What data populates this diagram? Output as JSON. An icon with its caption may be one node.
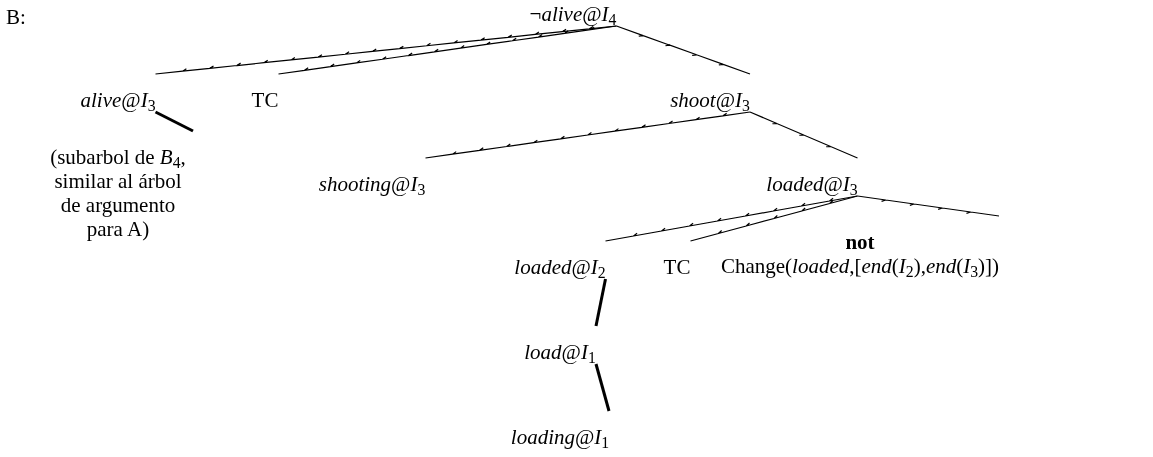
{
  "diagram": {
    "nodes": [
      {
        "text": [
          "¬*alive*@*I*$_{4}$"
        ]
      },
      {
        "text": [
          "*alive*@*I*$_{3}$"
        ]
      },
      {
        "text": [
          "TC"
        ]
      },
      {
        "text": [
          "*shoot*@*I*$_{3}$"
        ]
      },
      {
        "text": [
          "(subarbol de *B*$_{4}$, similar al árbol de argumento para A)"
        ]
      },
      {
        "text": [
          "*shooting*@*I*$_{3}$"
        ]
      },
      {
        "text": [
          "*loaded*@*I*$_{3}$"
        ]
      },
      {
        "text": [
          "*loaded*@*I*$_{2}$"
        ]
      },
      {
        "text": [
          "TC"
        ]
      },
      {
        "text": [
          "not",
          "Change(*loaded*,[*end*(*I*$_{2}$),*end*(*I*$_{3}$)])"
        ]
      },
      {
        "text": [
          "*load*@*I*$_{1}$"
        ]
      },
      {
        "text": [
          "*loading*@*I*$_{1}$"
        ]
      }
    ],
    "edges": [
      {
        "from": 0,
        "to": 1,
        "arrow": "none"
      },
      {
        "from": 0,
        "to": 2,
        "arrow": "none"
      },
      {
        "from": 0,
        "to": 3,
        "arrow": "none"
      },
      {
        "from": 1,
        "to": 4,
        "arrow": "none",
        "style": "thick"
      },
      {
        "from": 3,
        "to": 5,
        "arrow": "none"
      },
      {
        "from": 3,
        "to": 6,
        "arrow": "none"
      },
      {
        "from": 6,
        "to": 7,
        "arrow": "none"
      },
      {
        "from": 6,
        "to": 8,
        "arrow": "none"
      },
      {
        "from": 6,
        "to": 9,
        "arrow": "none"
      },
      {
        "from": 7,
        "to": 10,
        "arrow": "none",
        "style": "thick"
      },
      {
        "from": 10,
        "to": 11,
        "arrow": "none",
        "style": "thick"
      }
    ],
    "labels": [
      "B:"
    ]
  }
}
